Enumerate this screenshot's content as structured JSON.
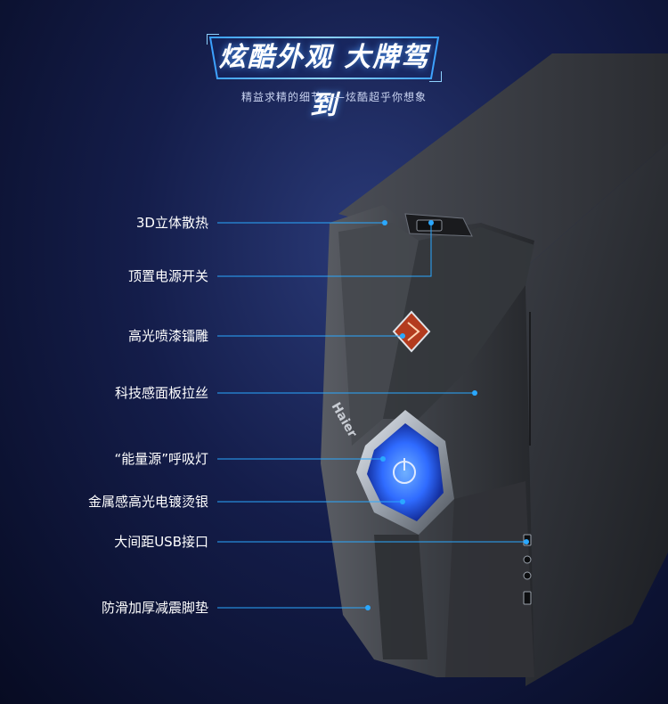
{
  "header": {
    "title": "炫酷外观 大牌驾到",
    "subtitle": "精益求精的细节——炫酷超乎你想象"
  },
  "features": [
    {
      "label": "3D立体散热"
    },
    {
      "label": "顶置电源开关"
    },
    {
      "label": "高光喷漆镭雕"
    },
    {
      "label": "科技感面板拉丝"
    },
    {
      "label": "“能量源”呼吸灯"
    },
    {
      "label": "金属感高光电镀烫银"
    },
    {
      "label": "大间距USB接口"
    },
    {
      "label": "防滑加厚减震脚垫"
    }
  ],
  "brand": {
    "logo_text": "Haier"
  },
  "colors": {
    "accent": "#2aa8ff",
    "background": "#141d4a",
    "case": "#2b2e33",
    "glow": "#2f6bff"
  }
}
